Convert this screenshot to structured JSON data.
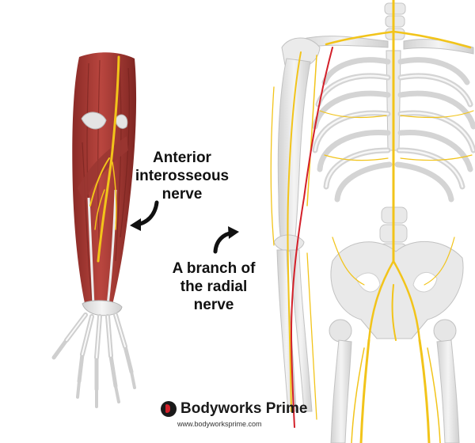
{
  "labels": {
    "anterior_interosseous": [
      "Anterior",
      "interosseous",
      "nerve"
    ],
    "radial_branch": [
      "A branch of",
      "the radial",
      "nerve"
    ]
  },
  "logo": {
    "name": "Bodyworks Prime",
    "url": "www.bodyworksprime.com"
  },
  "colors": {
    "muscle": "#a83a34",
    "bone": "#e6e6e6",
    "nerve": "#f2c41a",
    "highlight": "#d3202a",
    "arrow": "#111111"
  }
}
